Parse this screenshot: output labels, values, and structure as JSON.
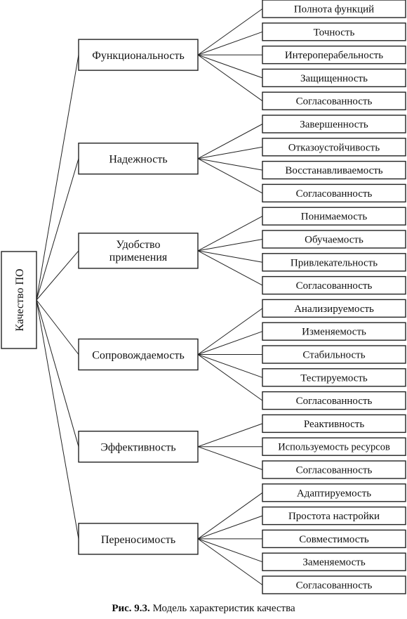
{
  "root": {
    "label": "Качество ПО"
  },
  "characteristics": [
    {
      "label": "Функциональность",
      "subs": [
        "Полнота функций",
        "Точность",
        "Интероперабельность",
        "Защищенность",
        "Согласованность"
      ]
    },
    {
      "label": "Надежность",
      "subs": [
        "Завершенность",
        "Отказоустойчивость",
        "Восстанавливаемость",
        "Согласованность"
      ]
    },
    {
      "label": "Удобство применения",
      "subs": [
        "Понимаемость",
        "Обучаемость",
        "Привлекательность",
        "Согласованность"
      ]
    },
    {
      "label": "Сопровождаемость",
      "subs": [
        "Анализируемость",
        "Изменяемость",
        "Стабильность",
        "Тестируемость",
        "Согласованность"
      ]
    },
    {
      "label": "Эффективность",
      "subs": [
        "Реактивность",
        "Используемость ресурсов",
        "Согласованность"
      ]
    },
    {
      "label": "Переносимость",
      "subs": [
        "Адаптируемость",
        "Простота настройки",
        "Совместимость",
        "Заменяемость",
        "Согласованность"
      ]
    }
  ],
  "caption": {
    "number": "Рис. 9.3.",
    "text": "Модель характеристик качества"
  }
}
